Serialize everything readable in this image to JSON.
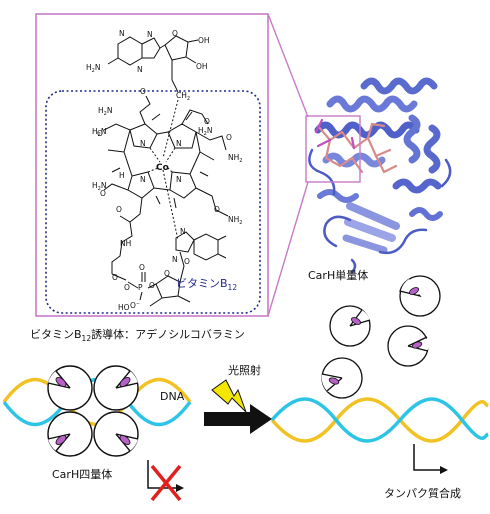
{
  "molecule": {
    "caption_main": "ビタミンB",
    "caption_sub": "12",
    "caption_rest": "誘導体：アデノシルコバラミン",
    "b12_label": "ビタミンB",
    "b12_sub": "12",
    "cobalt": "Co",
    "atoms": {
      "ch2": "CH",
      "ch2_sub": "2",
      "nh2": "H",
      "nh2_n": "N",
      "oh": "OH",
      "o": "O",
      "n": "N",
      "p": "P",
      "ho": "HO",
      "h": "H",
      "nh": "NH"
    }
  },
  "protein": {
    "monomer_label": "CarH単量体"
  },
  "process": {
    "dna_label": "DNA",
    "light_label": "光照射",
    "tetramer_label": "CarH四量体",
    "synthesis_label": "タンパク質合成"
  },
  "colors": {
    "frame": "#c87bc8",
    "b12_box": "#1f2a8c",
    "helix_blue": "#6070d0",
    "strand_cyan": "#2ec4e6",
    "strand_yellow": "#f2c224",
    "ligand": "#d98a8a",
    "pacman_mark": "#b660c8",
    "bolt": "#f3e600",
    "cross": "#e0201c"
  }
}
